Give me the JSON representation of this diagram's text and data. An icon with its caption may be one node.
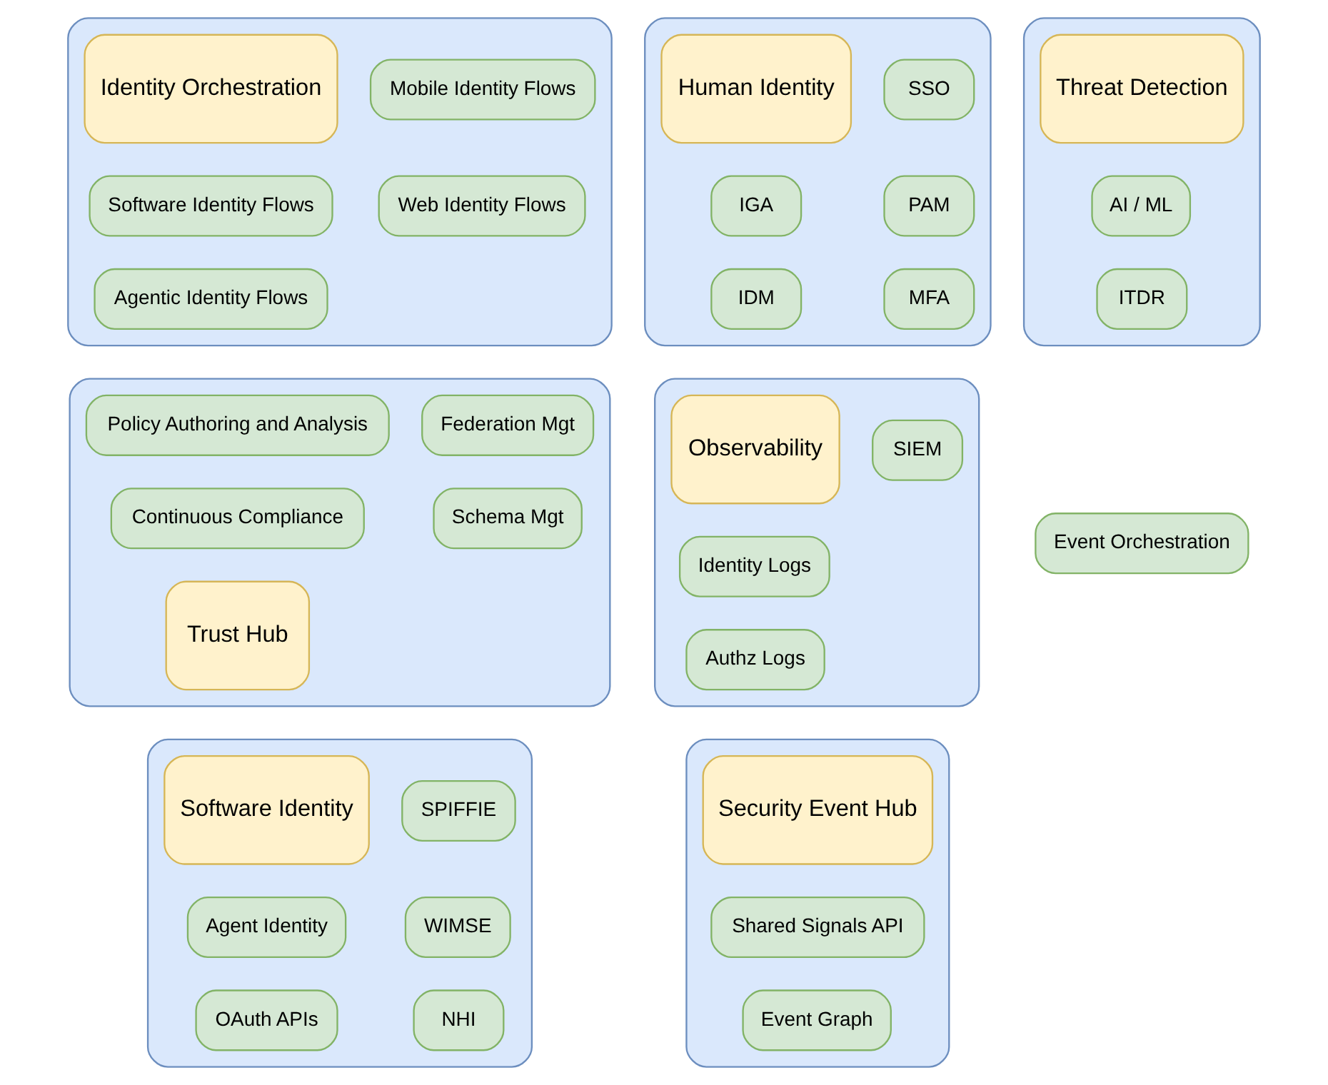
{
  "diagram": {
    "nodes": [
      {
        "text": [],
        "shape": "cloud"
      },
      {
        "text": [
          "Policy Authoring and Analysis"
        ],
        "in": 0
      },
      {
        "text": [
          "Continuous Compliance"
        ],
        "in": 0
      },
      {
        "text": [
          "Schema Mgt"
        ],
        "in": 0
      },
      {
        "text": [
          "Federation Mgt"
        ],
        "in": 0
      },
      {
        "text": [
          "Trust Hub"
        ],
        "in": 0
      },
      {
        "text": [],
        "shape": "cloud"
      },
      {
        "text": [
          "Mobile Identity Flows"
        ],
        "in": 6
      },
      {
        "text": [
          "Web Identity Flows"
        ],
        "in": 6
      },
      {
        "text": [
          "Software Identity Flows"
        ],
        "in": 6
      },
      {
        "text": [
          "Agentic Identity Flows"
        ],
        "in": 6
      },
      {
        "text": [
          "Identity Orchestration"
        ],
        "in": 6
      },
      {
        "text": [],
        "shape": "cloud"
      },
      {
        "text": [
          "ITDR"
        ],
        "in": 12
      },
      {
        "text": [
          "AI / ML"
        ],
        "in": 12
      },
      {
        "text": [
          "Threat Detection"
        ],
        "in": 12
      },
      {
        "text": [],
        "shape": "cloud"
      },
      {
        "text": [
          "Event Graph"
        ],
        "in": 16
      },
      {
        "text": [
          "Event Orchestration"
        ]
      },
      {
        "text": [
          "Security Event Hub"
        ],
        "in": 16
      },
      {
        "text": [
          "Shared Signals API"
        ],
        "in": 16
      },
      {
        "text": [],
        "shape": "cloud"
      },
      {
        "text": [
          "IGA"
        ],
        "in": 21
      },
      {
        "text": [
          "IDM"
        ],
        "in": 21
      },
      {
        "text": [
          "Human Identity"
        ],
        "in": 21
      },
      {
        "text": [
          "SSO"
        ],
        "in": 21
      },
      {
        "text": [
          "PAM"
        ],
        "in": 21
      },
      {
        "text": [
          "MFA"
        ],
        "in": 21
      },
      {
        "text": [],
        "shape": "cloud"
      },
      {
        "text": [
          "Observability"
        ],
        "in": 28
      },
      {
        "text": [
          "Authz Logs"
        ],
        "in": 28
      },
      {
        "text": [
          "Identity Logs"
        ],
        "in": 28
      },
      {
        "text": [
          "SIEM"
        ],
        "in": 28
      },
      {
        "text": [],
        "shape": "cloud"
      },
      {
        "text": [
          "Software Identity"
        ],
        "in": 33
      },
      {
        "text": [
          "SPIFFIE"
        ],
        "in": 33
      },
      {
        "text": [
          "OAuth APIs"
        ],
        "in": 33
      },
      {
        "text": [
          "WIMSE"
        ],
        "in": 33
      },
      {
        "text": [
          "NHI"
        ],
        "in": 33
      },
      {
        "text": [
          "Agent Identity"
        ],
        "in": 33
      }
    ]
  }
}
